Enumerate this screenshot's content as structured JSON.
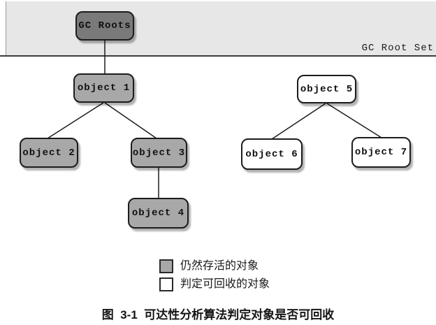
{
  "diagram": {
    "band_label": "GC Root Set",
    "nodes": [
      {
        "id": "gc-roots",
        "label": "GC Roots",
        "type": "root"
      },
      {
        "id": "object-1",
        "label": "object 1",
        "type": "alive"
      },
      {
        "id": "object-2",
        "label": "object 2",
        "type": "alive"
      },
      {
        "id": "object-3",
        "label": "object 3",
        "type": "alive"
      },
      {
        "id": "object-4",
        "label": "object 4",
        "type": "alive"
      },
      {
        "id": "object-5",
        "label": "object 5",
        "type": "recyclable"
      },
      {
        "id": "object-6",
        "label": "object 6",
        "type": "recyclable"
      },
      {
        "id": "object-7",
        "label": "object 7",
        "type": "recyclable"
      }
    ],
    "legend": {
      "items": [
        {
          "swatch": "alive",
          "label": "仍然存活的对象"
        },
        {
          "swatch": "recyclable",
          "label": "判定可回收的对象"
        }
      ]
    },
    "caption": "图  3-1  可达性分析算法判定对象是否可回收",
    "colors": {
      "band_fill": "#e7e7e7",
      "root_fill": "#7a7a7a",
      "alive_fill": "#a8a8a8",
      "recyclable_fill": "#ffffff",
      "line": "#1c1c1c"
    }
  }
}
